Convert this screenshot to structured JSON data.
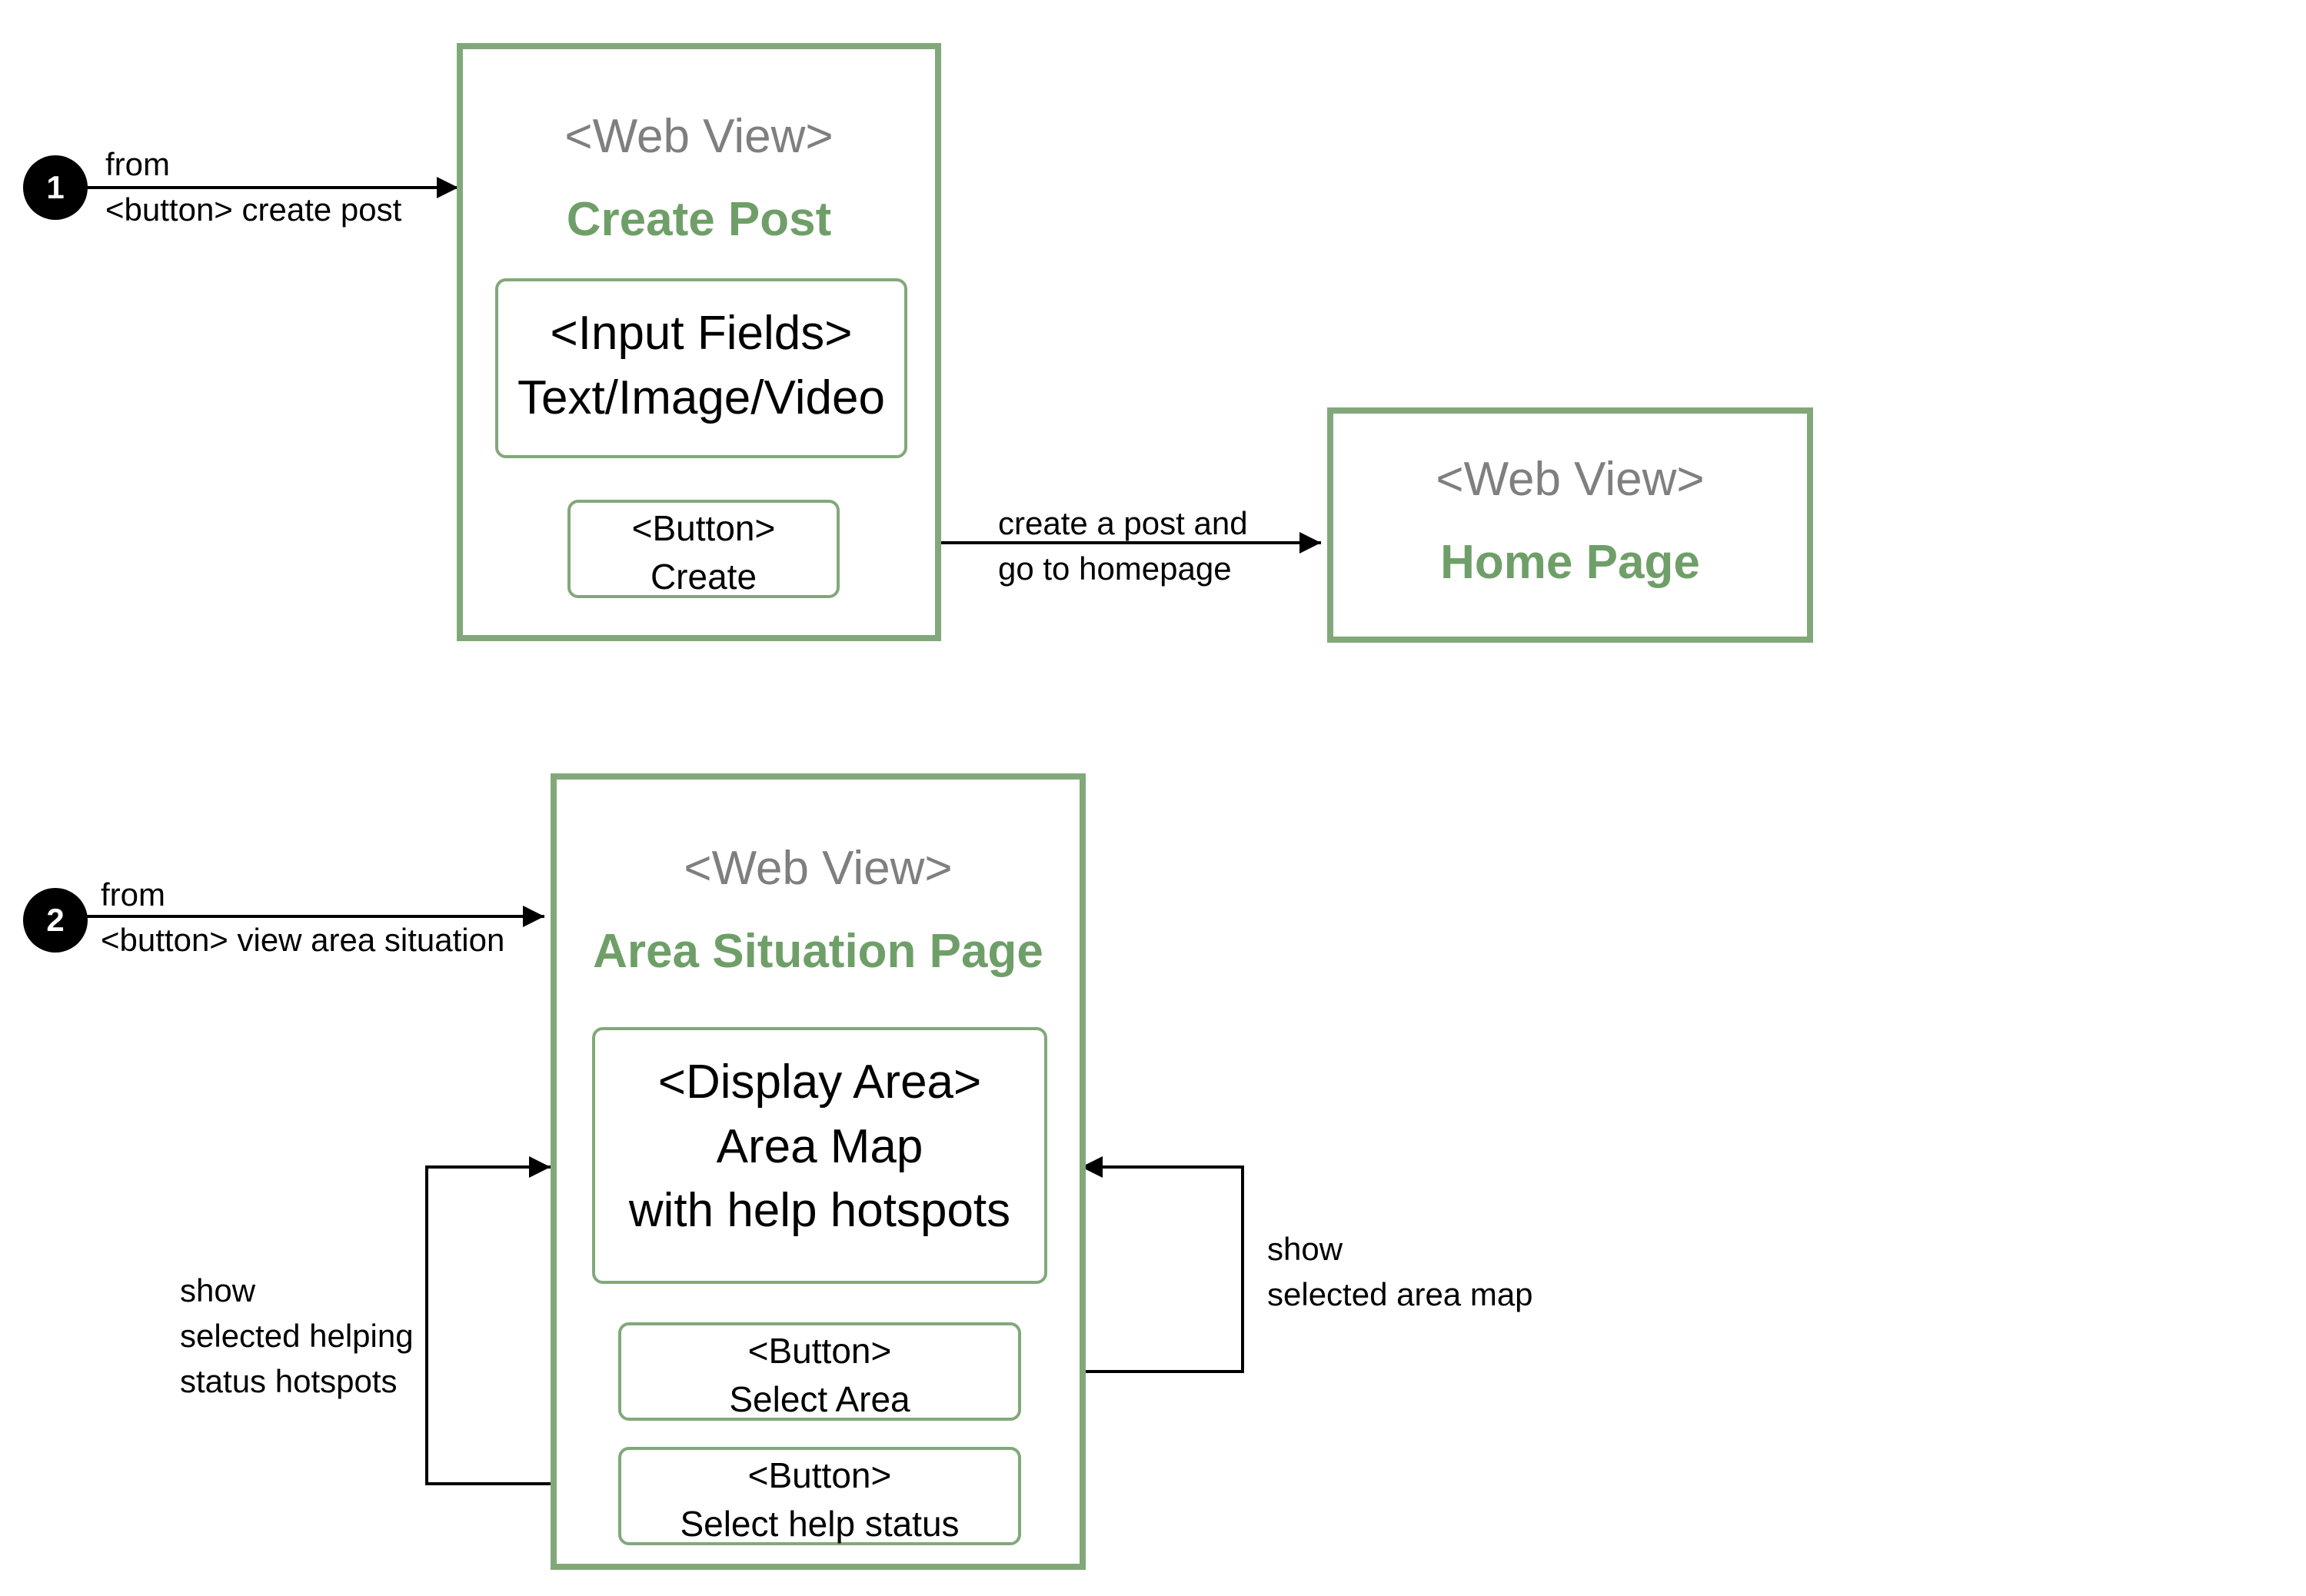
{
  "flow1": {
    "step": "1",
    "entry_label": [
      "from",
      "<button> create post"
    ],
    "create_post_view": {
      "tag": "<Web View>",
      "title": "Create Post",
      "input_box": [
        "<Input Fields>",
        "Text/Image/Video"
      ],
      "create_button": [
        "<Button>",
        "Create"
      ]
    },
    "edge_label": [
      "create a post and",
      "go to homepage"
    ],
    "home_view": {
      "tag": "<Web View>",
      "title": "Home Page"
    }
  },
  "flow2": {
    "step": "2",
    "entry_label": [
      "from",
      "<button> view area situation"
    ],
    "area_view": {
      "tag": "<Web View>",
      "title": "Area Situation Page",
      "display_box": [
        "<Display Area>",
        "Area Map",
        "with help hotspots"
      ],
      "select_area_button": [
        "<Button>",
        "Select Area"
      ],
      "select_help_button": [
        "<Button>",
        "Select help status"
      ]
    },
    "left_label": [
      "show",
      "selected helping",
      "status hotspots"
    ],
    "right_label": [
      "show",
      "selected area map"
    ]
  },
  "colors": {
    "view_border": "#82a87a",
    "title": "#6f9f68",
    "tag": "#7f7f7f"
  }
}
